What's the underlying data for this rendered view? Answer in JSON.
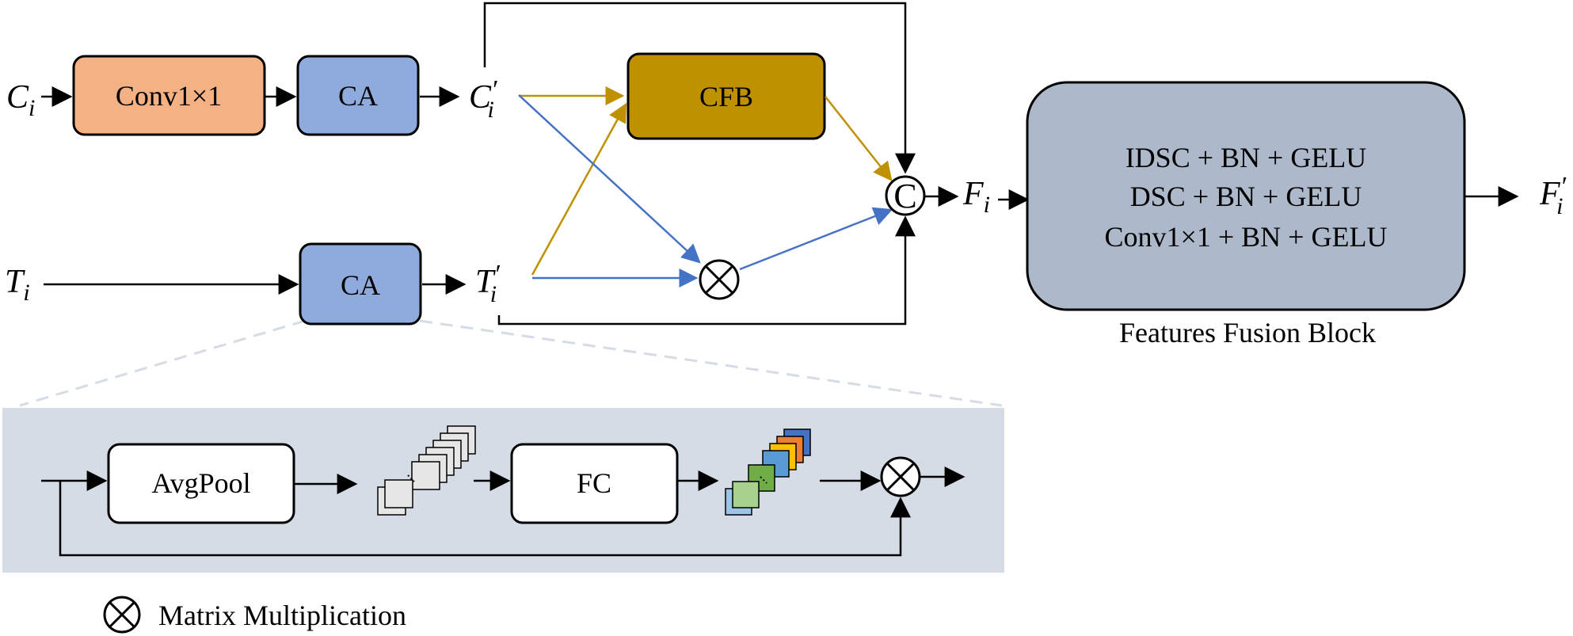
{
  "inputs": {
    "c_main": "C",
    "c_sub": "i",
    "t_main": "T",
    "t_sub": "i"
  },
  "intermediates": {
    "c_prime_main": "C",
    "c_prime_sub": "i",
    "t_prime_main": "T",
    "t_prime_sub": "i",
    "prime": "′",
    "f_main": "F",
    "f_sub": "i",
    "f_prime_main": "F",
    "f_prime_sub": "i"
  },
  "blocks": {
    "conv": "Conv1×1",
    "ca_top": "CA",
    "ca_bottom": "CA",
    "cfb": "CFB",
    "concat": "C",
    "ffb_line1": "IDSC + BN + GELU",
    "ffb_line2": "DSC + BN + GELU",
    "ffb_line3": "Conv1×1 + BN + GELU",
    "ffb_caption": "Features Fusion Block"
  },
  "detail": {
    "avgpool": "AvgPool",
    "fc": "FC"
  },
  "legend": {
    "label": "Matrix Multiplication",
    "symbol": "otimes-icon"
  },
  "colors": {
    "conv_fill": "#F4B184",
    "ca_fill": "#8FAADC",
    "cfb_fill": "#BF9000",
    "ffb_fill": "#ADB9CA",
    "detail_bg": "#D6DCE5",
    "arrow_gold": "#BF9000",
    "arrow_blue": "#4472C4",
    "stack_colors": [
      "#4472C4",
      "#ED7D31",
      "#FFC000",
      "#5B9BD5",
      "#70AD47",
      "#A9D18E",
      "#9DC3E6"
    ]
  }
}
